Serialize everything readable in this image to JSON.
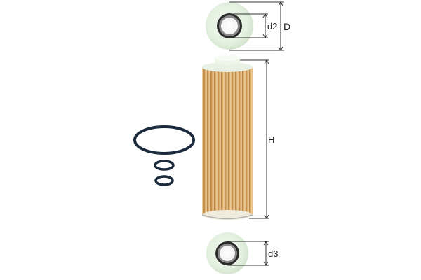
{
  "diagram": {
    "subject": "oil filter element with o-rings",
    "dimensions": {
      "outer_diameter": "D",
      "top_inner_diameter": "d2",
      "height": "H",
      "bottom_inner_diameter": "d3"
    },
    "components": [
      {
        "name": "top end cap",
        "label": "d2 / D"
      },
      {
        "name": "filter element",
        "label": "H"
      },
      {
        "name": "bottom end cap",
        "label": "d3"
      },
      {
        "name": "large o-ring"
      },
      {
        "name": "small o-ring 1"
      },
      {
        "name": "small o-ring 2"
      }
    ],
    "colors": {
      "filter_media": "#d9a864",
      "filter_pleat_dark": "#b07a3c",
      "end_cap": "#e6f2e2",
      "o_ring": "#1c2a3d",
      "dimension_line": "#333333"
    }
  }
}
